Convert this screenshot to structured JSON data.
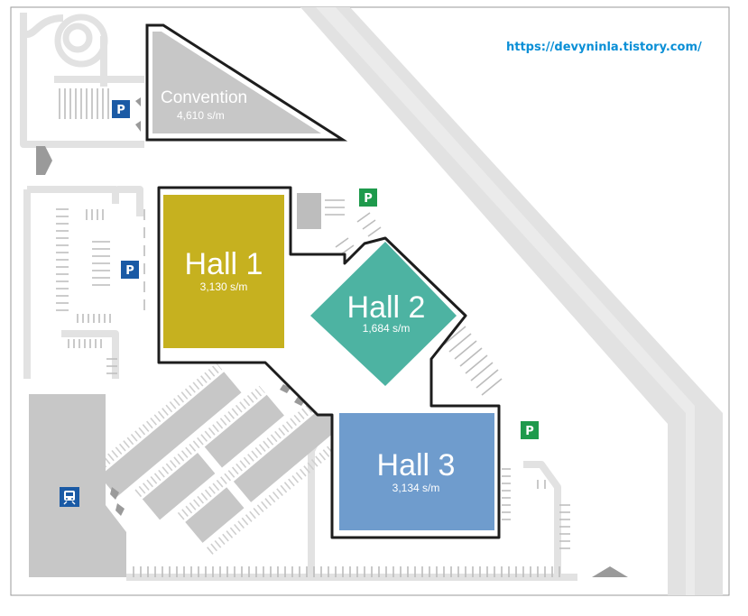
{
  "source_url": "https://devyninla.tistory.com/",
  "halls": [
    {
      "name": "Convention",
      "area": "4,610 s/m",
      "color": "#c7c7c7"
    },
    {
      "name": "Hall 1",
      "area": "3,130 s/m",
      "color": "#c6b11f"
    },
    {
      "name": "Hall 2",
      "area": "1,684 s/m",
      "color": "#4db3a2"
    },
    {
      "name": "Hall 3",
      "area": "3,134 s/m",
      "color": "#6f9ccd"
    }
  ],
  "parking": {
    "letter": "P",
    "blue_color": "#1a5aa5",
    "green_color": "#1e9a4c"
  },
  "icons": [
    "parking-icon",
    "train-station-icon",
    "entrance-arrow-icon"
  ],
  "colors": {
    "road": "#e2e2e2",
    "outline": "#1d1d1d",
    "lot": "#bdbdbd",
    "frame": "#9a9a9a"
  }
}
